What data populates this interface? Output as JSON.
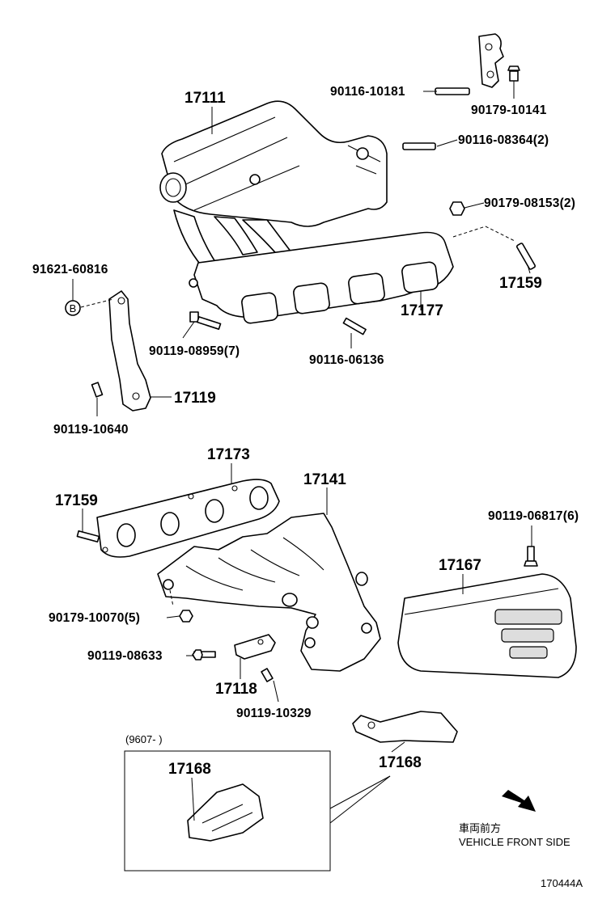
{
  "parts": {
    "p17111": "17111",
    "p90116_10181": "90116-10181",
    "p90179_10141": "90179-10141",
    "p90116_08364": "90116-08364(2)",
    "p90179_08153": "90179-08153(2)",
    "p91621_60816": "91621-60816",
    "p17159_top": "17159",
    "p17177": "17177",
    "p90119_08959": "90119-08959(7)",
    "p90116_06136": "90116-06136",
    "p17119": "17119",
    "p90119_10640": "90119-10640",
    "p17173": "17173",
    "p17141": "17141",
    "p17159_mid": "17159",
    "p90119_06817": "90119-06817(6)",
    "p17167": "17167",
    "p90179_10070": "90179-10070(5)",
    "p90119_08633": "90119-08633",
    "p17118": "17118",
    "p90119_10329": "90119-10329",
    "p17168_main": "17168",
    "p17168_inset": "17168"
  },
  "inset_range": "(9607-        )",
  "bolt_marker": "B",
  "direction": {
    "japanese": "車両前方",
    "english": "VEHICLE FRONT SIDE"
  },
  "figure_id": "170444A"
}
